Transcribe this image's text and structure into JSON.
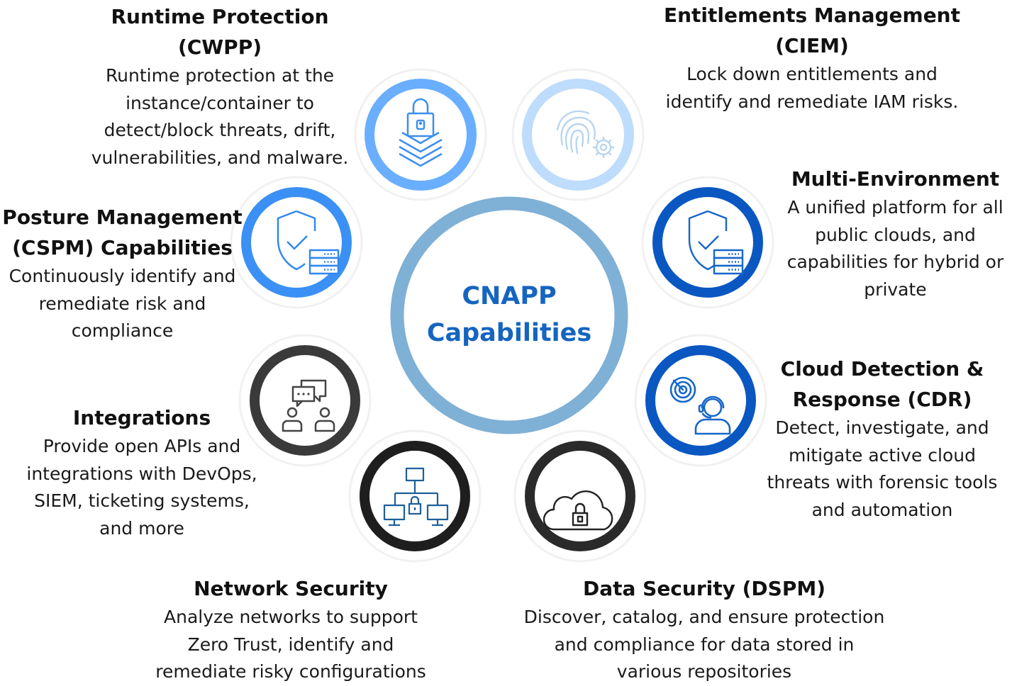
{
  "center": {
    "line1": "CNAPP",
    "line2": "Capabilities"
  },
  "colors": {
    "center_ring": "#7fb0d6",
    "center_text": "#1565c0",
    "cwpp_ring": "#6aaeff",
    "ciem_ring": "#bedcfb",
    "cspm_ring": "#3b90f5",
    "multienv_ring": "#0a57c2",
    "cdr_ring": "#0a57c2",
    "integrations_ring": "#3a3a3a",
    "network_ring": "#1e1e1e",
    "data_ring": "#2a2a2a"
  },
  "capabilities": {
    "cwpp": {
      "title_lines": [
        "Runtime Protection",
        "(CWPP)"
      ],
      "desc_lines": [
        "Runtime protection at the",
        "instance/container to",
        "detect/block threats, drift,",
        "vulnerabilities, and malware."
      ],
      "icon": "lock-layers-icon"
    },
    "ciem": {
      "title_lines": [
        "Entitlements Management",
        "(CIEM)"
      ],
      "desc_lines": [
        "Lock down entitlements and",
        "identify and remediate IAM risks."
      ],
      "icon": "fingerprint-gear-icon"
    },
    "cspm": {
      "title_lines": [
        "Posture Management",
        "(CSPM) Capabilities"
      ],
      "desc_lines": [
        "Continuously identify and",
        "remediate risk and",
        "compliance"
      ],
      "icon": "shield-server-icon"
    },
    "multienv": {
      "title_lines": [
        "Multi-Environment"
      ],
      "desc_lines": [
        "A unified platform for all",
        "public clouds, and",
        "capabilities for hybrid or",
        "private"
      ],
      "icon": "shield-server-icon"
    },
    "cdr": {
      "title_lines": [
        "Cloud Detection &",
        "Response (CDR)"
      ],
      "desc_lines": [
        "Detect, investigate, and",
        "mitigate active cloud",
        "threats with forensic tools",
        "and automation"
      ],
      "icon": "radar-headset-icon"
    },
    "integrations": {
      "title_lines": [
        "Integrations"
      ],
      "desc_lines": [
        "Provide open APIs and",
        "integrations with DevOps,",
        "SIEM, ticketing systems,",
        "and more"
      ],
      "icon": "chat-users-icon"
    },
    "network": {
      "title_lines": [
        "Network Security"
      ],
      "desc_lines": [
        "Analyze networks to support",
        "Zero Trust, identify and",
        "remediate risky configurations"
      ],
      "icon": "network-lock-icon"
    },
    "data": {
      "title_lines": [
        "Data Security (DSPM)"
      ],
      "desc_lines": [
        "Discover, catalog, and ensure protection",
        "and compliance for data stored in",
        "various repositories"
      ],
      "icon": "cloud-lock-icon"
    }
  }
}
